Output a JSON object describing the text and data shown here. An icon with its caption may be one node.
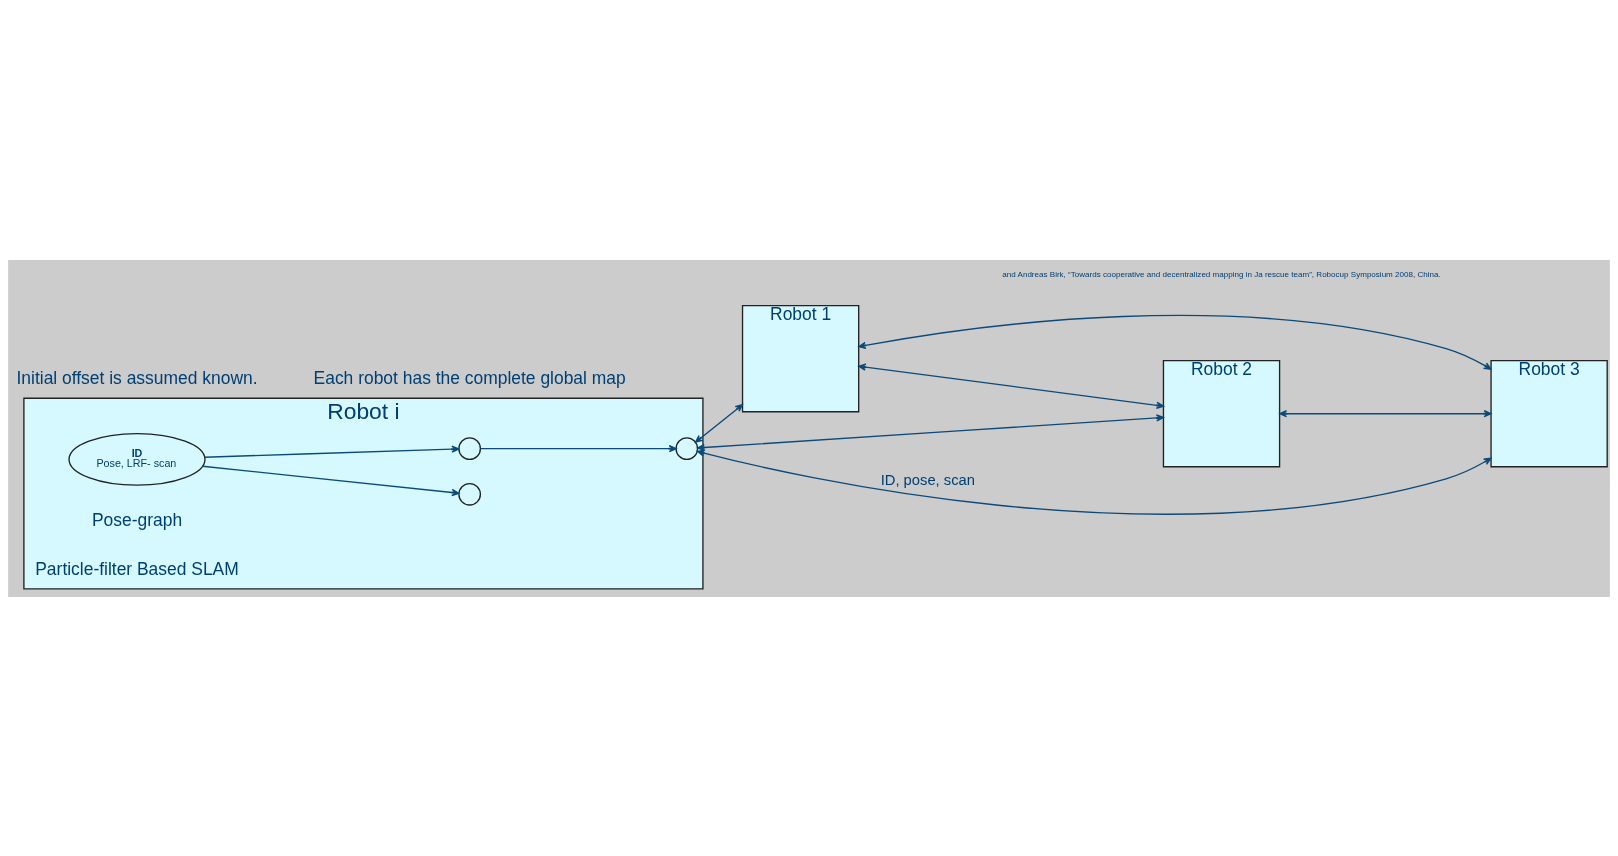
{
  "diagram": {
    "nodes": [
      {
        "text": [
          "Robot i"
        ]
      },
      {
        "text": [
          "ID",
          "Pose, LRF- scan"
        ],
        "in": 0
      },
      {
        "text": [],
        "shape": "circle",
        "in": 0
      },
      {
        "text": [],
        "shape": "circle",
        "in": 0
      },
      {
        "text": [],
        "shape": "circle",
        "in": 0
      },
      {
        "text": [
          "Robot 1"
        ]
      },
      {
        "text": [
          "Robot 2"
        ]
      },
      {
        "text": [
          "Robot 3"
        ]
      }
    ],
    "edges": [
      {
        "from": 1,
        "to": 2,
        "arrow": "to"
      },
      {
        "from": 1,
        "to": 3,
        "arrow": "to"
      },
      {
        "from": 3,
        "to": 4,
        "arrow": "to"
      },
      {
        "from": 4,
        "to": 5,
        "arrow": "both"
      },
      {
        "from": 5,
        "to": 6,
        "arrow": "both"
      },
      {
        "from": 4,
        "to": 6,
        "arrow": "both"
      },
      {
        "from": 4,
        "to": 7,
        "arrow": "both",
        "label": "ID, pose, scan"
      },
      {
        "from": 5,
        "to": 7,
        "arrow": "both"
      },
      {
        "from": 6,
        "to": 7,
        "arrow": "both"
      }
    ],
    "labels": [
      "and Andreas Birk, “Towards cooperative and decentralized mapping in Ja rescue team”, Robocup Symposium 2008, China.",
      "Pose-graph",
      "Particle-filter Based SLAM",
      "Initial offset is assumed known.",
      "Each robot has the complete global map"
    ]
  }
}
